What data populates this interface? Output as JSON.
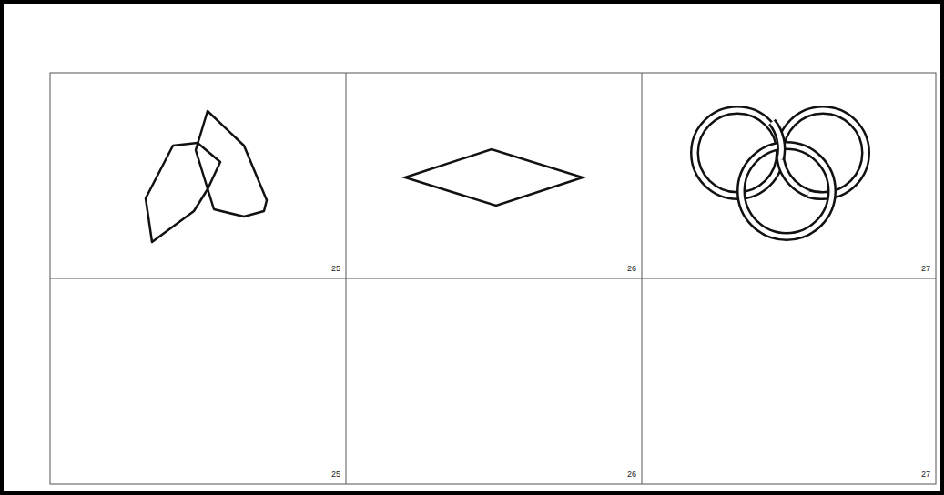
{
  "diagram": {
    "labels": [
      "25",
      "26",
      "27",
      "25",
      "26",
      "27"
    ]
  }
}
